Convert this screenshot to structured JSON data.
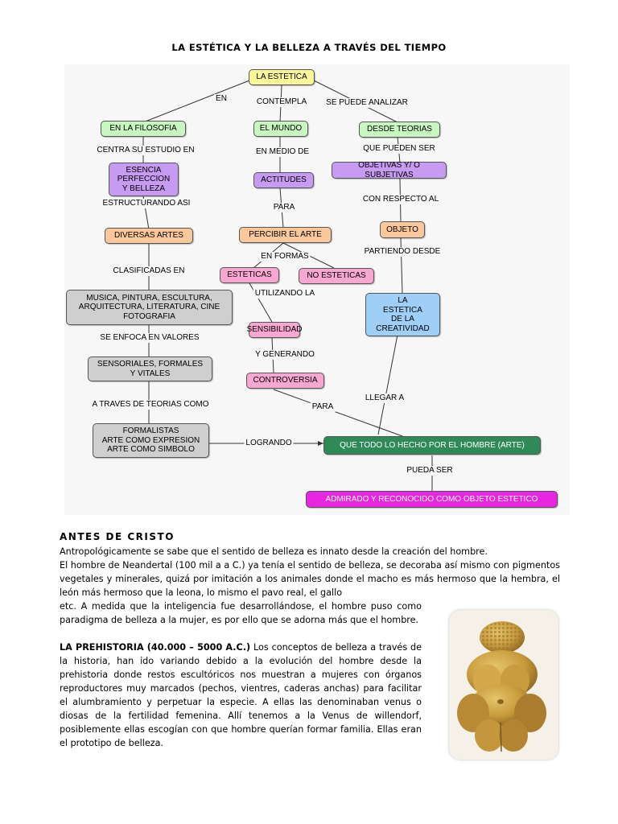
{
  "document": {
    "title": "LA ESTÉTICA Y LA BELLEZA A TRAVÉS DEL TIEMPO"
  },
  "concept_map": {
    "nodes": {
      "root": "LA ESTETICA",
      "filosofia": "EN LA FILOSOFIA",
      "mundo": "EL MUNDO",
      "teorias": "DESDE TEORIAS",
      "esencia": "ESENCIA\nPERFECCION\nY BELLEZA",
      "actitudes": "ACTITUDES",
      "objetivas": "OBJETIVAS Y/ O SUBJETIVAS",
      "diversas": "DIVERSAS ARTES",
      "percibir": "PERCIBIR EL ARTE",
      "objeto": "OBJETO",
      "esteticas": "ESTETICAS",
      "noesteticas": "NO ESTETICAS",
      "musica": "MUSICA, PINTURA, ESCULTURA,\nARQUITECTURA, LITERATURA, CINE\nFOTOGRAFIA",
      "creatividad": "LA\nESTETICA\nDE LA\nCREATIVIDAD",
      "sensibilidad": "SENSIBILIDAD",
      "sensoriales": "SENSORIALES, FORMALES\nY VITALES",
      "controversia": "CONTROVERSIA",
      "formalistas": "FORMALISTAS\nARTE COMO EXPRESION\nARTE COMO SIMBOLO",
      "hombre": "QUE TODO LO HECHO POR EL  HOMBRE (ARTE)",
      "admirado": "ADMIRADO Y RECONOCIDO  COMO  OBJETO  ESTETICO"
    },
    "labels": {
      "en": "EN",
      "contempla": "CONTEMPLA",
      "se_puede": "SE PUEDE ANALIZAR",
      "centra": "CENTRA SU ESTUDIO EN",
      "en_medio": "EN MEDIO DE",
      "que_pueden": "QUE  PUEDEN SER",
      "estructurando": "ESTRUCTURANDO  ASI",
      "para": "PARA",
      "con_respecto": "CON RESPECTO AL",
      "partiendo": "PARTIENDO DESDE",
      "en_formas": "EN FORMAS",
      "clasificadas": "CLASIFICADAS  EN",
      "utilizando": "UTILIZANDO LA",
      "se_enfoca": "SE ENFOCA EN  VALORES",
      "y_generando": "Y  GENERANDO",
      "a_traves": "A TRAVES DE  TEORIAS COMO",
      "llegar": "LLEGAR A",
      "para2": "PARA",
      "logrando": "LOGRANDO",
      "pueda_ser": "PUEDA SER"
    },
    "colors": {
      "yellow": "#fbf79b",
      "green": "#c9f7c1",
      "purple": "#c89bf2",
      "orange": "#fbc89b",
      "pink": "#f7a7d2",
      "gray": "#cfcfcf",
      "blue": "#9fcff7",
      "dark_green": "#2e8b57",
      "magenta": "#e825e0"
    }
  },
  "sections": {
    "antes": {
      "heading": "ANTES DE CRISTO",
      "p1": "Antropológicamente se sabe que el sentido de belleza es innato desde la creación del hombre.",
      "p2a": "El hombre de Neandertal (100 mil a a C.) ya tenía el sentido de belleza, se decoraba así mismo con pigmentos vegetales y minerales, quizá por imitación a los animales donde el macho es más hermoso que la hembra, el león más hermoso que la leona, lo mismo el pavo real, el gallo",
      "p2b": "etc. A medida que la inteligencia fue desarrollándose, el hombre puso como paradigma de belleza a la mujer, es por ello que se adorna más que el hombre."
    },
    "prehistoria": {
      "lead": "LA PREHISTORIA (40.000 – 5000 A.C.)",
      "text": " Los conceptos de belleza  a través de la historia, han ido variando debido a la evolución del hombre desde la prehistoria donde restos escultóricos nos muestran a mujeres con órganos reproductores muy marcados (pechos, vientres, caderas anchas) para facilitar el alumbramiento y perpetuar la especie. A ellas las denominaban venus o diosas de la fertilidad femenina. Allí tenemos a la Venus de willendorf, posiblemente ellas escogían con que hombre querían formar familia. Ellas eran el prototipo de belleza."
    }
  }
}
